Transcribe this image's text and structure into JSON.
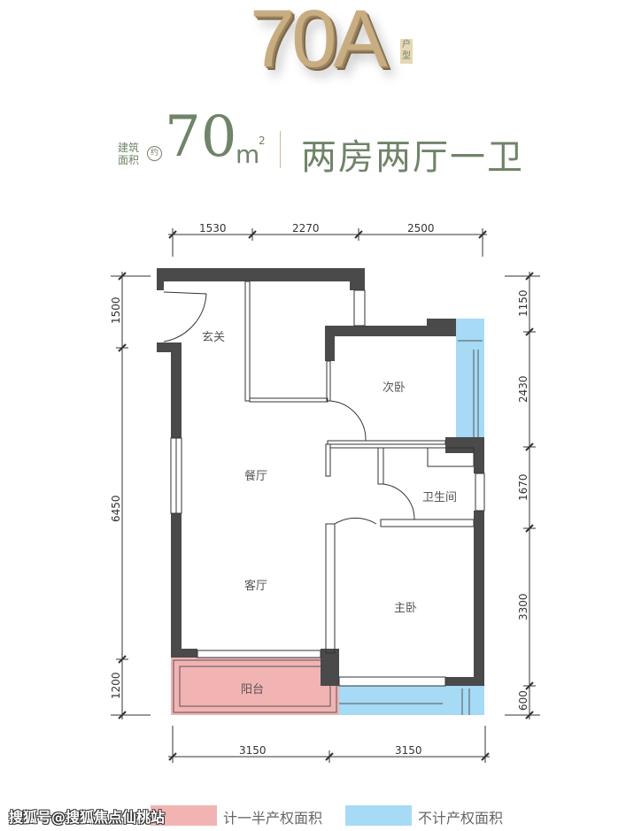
{
  "header": {
    "unit_type": "70A",
    "unit_type_tag": "户型",
    "area_label": "建筑面积",
    "approx": "约",
    "area_value": "70",
    "area_unit": "m",
    "area_unit_sup": "2",
    "layout_name": "两房两厅一卫"
  },
  "rooms": {
    "entry": "玄关",
    "second_bedroom": "次卧",
    "dining": "餐厅",
    "bathroom": "卫生间",
    "living": "客厅",
    "master_bedroom": "主卧",
    "balcony": "阳台"
  },
  "dimensions": {
    "top": [
      "1530",
      "2270",
      "2500"
    ],
    "left": [
      "1500",
      "6450",
      "1200"
    ],
    "right": [
      "1150",
      "2430",
      "1670",
      "3300",
      "600"
    ],
    "bottom": [
      "3150",
      "3150"
    ]
  },
  "legend": [
    {
      "label": "计一半产权面积",
      "color": "#f2b3b3"
    },
    {
      "label": "不计产权面积",
      "color": "#a6daf5"
    }
  ],
  "colors": {
    "wall": "#4a4a4a",
    "accent": "#6f8468",
    "gold": "#c9ad82"
  },
  "watermark": "搜狐号@搜狐焦点仙桃站"
}
